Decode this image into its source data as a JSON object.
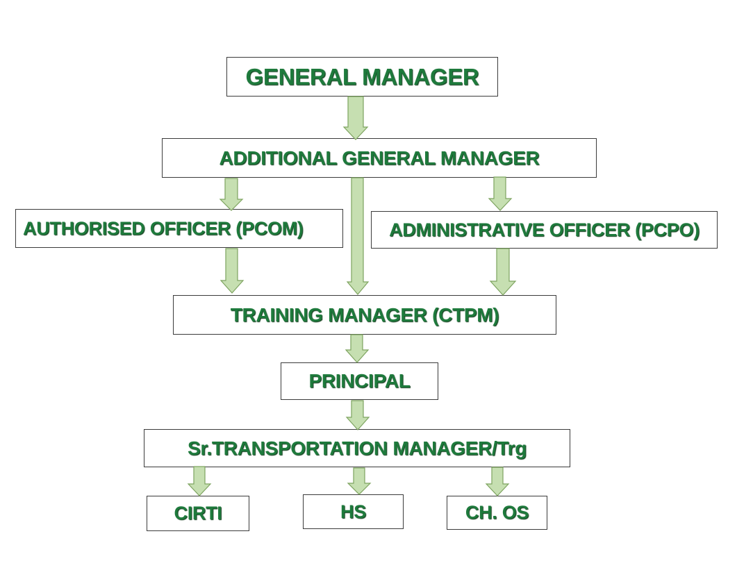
{
  "accent_colors": {
    "text": "#1e7a3c",
    "arrow_fill": "#c6dfb1",
    "arrow_stroke": "#7da35f",
    "box_border": "#3a3a3a"
  },
  "nodes": {
    "general_manager": "GENERAL MANAGER",
    "additional_general_manager": "ADDITIONAL GENERAL MANAGER",
    "authorised_officer": "AUTHORISED OFFICER (PCOM)",
    "administrative_officer": "ADMINISTRATIVE OFFICER (PCPO)",
    "training_manager": "TRAINING MANAGER (CTPM)",
    "principal": "PRINCIPAL",
    "sr_transportation_manager": "Sr.TRANSPORTATION MANAGER/Trg",
    "cirti": "CIRTI",
    "hs": "HS",
    "ch_os": "CH. OS"
  },
  "connections": [
    {
      "from": "general_manager",
      "to": "additional_general_manager"
    },
    {
      "from": "additional_general_manager",
      "to": "authorised_officer"
    },
    {
      "from": "additional_general_manager",
      "to": "training_manager"
    },
    {
      "from": "additional_general_manager",
      "to": "administrative_officer"
    },
    {
      "from": "authorised_officer",
      "to": "training_manager"
    },
    {
      "from": "administrative_officer",
      "to": "training_manager"
    },
    {
      "from": "training_manager",
      "to": "principal"
    },
    {
      "from": "principal",
      "to": "sr_transportation_manager"
    },
    {
      "from": "sr_transportation_manager",
      "to": "cirti"
    },
    {
      "from": "sr_transportation_manager",
      "to": "hs"
    },
    {
      "from": "sr_transportation_manager",
      "to": "ch_os"
    }
  ]
}
